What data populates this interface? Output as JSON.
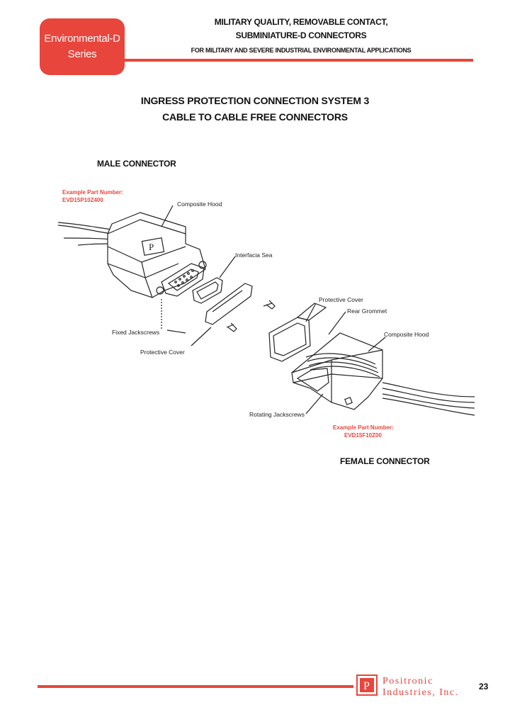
{
  "badge": {
    "line1": "Environmental-D",
    "line2": "Series"
  },
  "header": {
    "line1": "MILITARY QUALITY, REMOVABLE CONTACT,",
    "line2": "SUBMINIATURE-D CONNECTORS",
    "line3": "FOR MILITARY AND SEVERE INDUSTRIAL ENVIRONMENTAL APPLICATIONS"
  },
  "title": {
    "line1": "INGRESS PROTECTION CONNECTION SYSTEM 3",
    "line2": "CABLE TO CABLE FREE CONNECTORS"
  },
  "male": {
    "heading": "MALE CONNECTOR",
    "example_label": "Example Part Number:",
    "example_part": "EVD15P10Z400",
    "callouts": {
      "composite_hood": "Composite Hood",
      "interfacial_seal": "Interfacia  Sea",
      "fixed_jackscrews": "Fixed Jackscrews",
      "protective_cover": "Protective Cover"
    }
  },
  "female": {
    "heading": "FEMALE CONNECTOR",
    "example_label": "Example Part Number:",
    "example_part": "EVD15F10Z00",
    "callouts": {
      "protective_cover": "Protective Cover",
      "rear_grommet": "Rear Grommet",
      "composite_hood": "Composite Hood",
      "rotating_jackscrews": "Rotating Jackscrews"
    }
  },
  "footer": {
    "company_line1": "Positronic",
    "company_line2": "Industries, Inc.",
    "page_number": "23"
  },
  "colors": {
    "accent": "#e8453c"
  }
}
